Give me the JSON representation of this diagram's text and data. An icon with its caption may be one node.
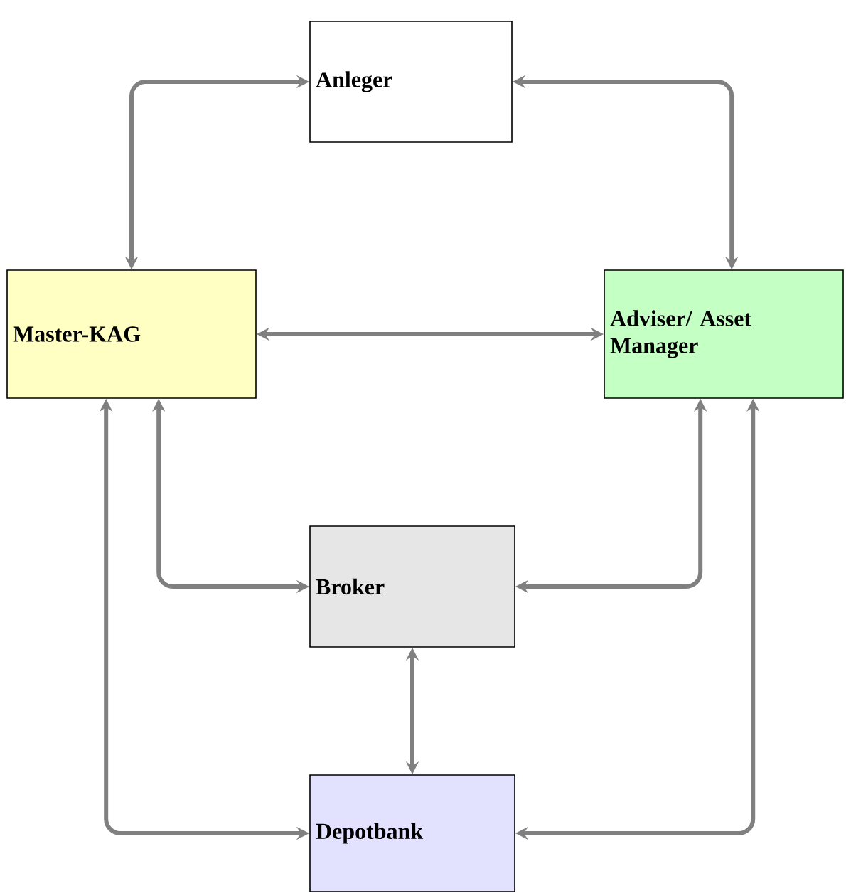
{
  "diagram": {
    "nodes": [
      {
        "text": [
          "Anleger"
        ]
      },
      {
        "text": [
          "Master-KAG"
        ]
      },
      {
        "text": [
          "Adviser/ Asset Manager"
        ]
      },
      {
        "text": [
          "Broker"
        ]
      },
      {
        "text": [
          "Depotbank"
        ]
      }
    ],
    "edges": [
      {
        "from": 0,
        "to": 1,
        "arrow": "both"
      },
      {
        "from": 0,
        "to": 2,
        "arrow": "both"
      },
      {
        "from": 1,
        "to": 2,
        "arrow": "both"
      },
      {
        "from": 1,
        "to": 3,
        "arrow": "both"
      },
      {
        "from": 2,
        "to": 3,
        "arrow": "both"
      },
      {
        "from": 3,
        "to": 4,
        "arrow": "both"
      },
      {
        "from": 1,
        "to": 4,
        "arrow": "both"
      },
      {
        "from": 2,
        "to": 4,
        "arrow": "both"
      }
    ]
  }
}
